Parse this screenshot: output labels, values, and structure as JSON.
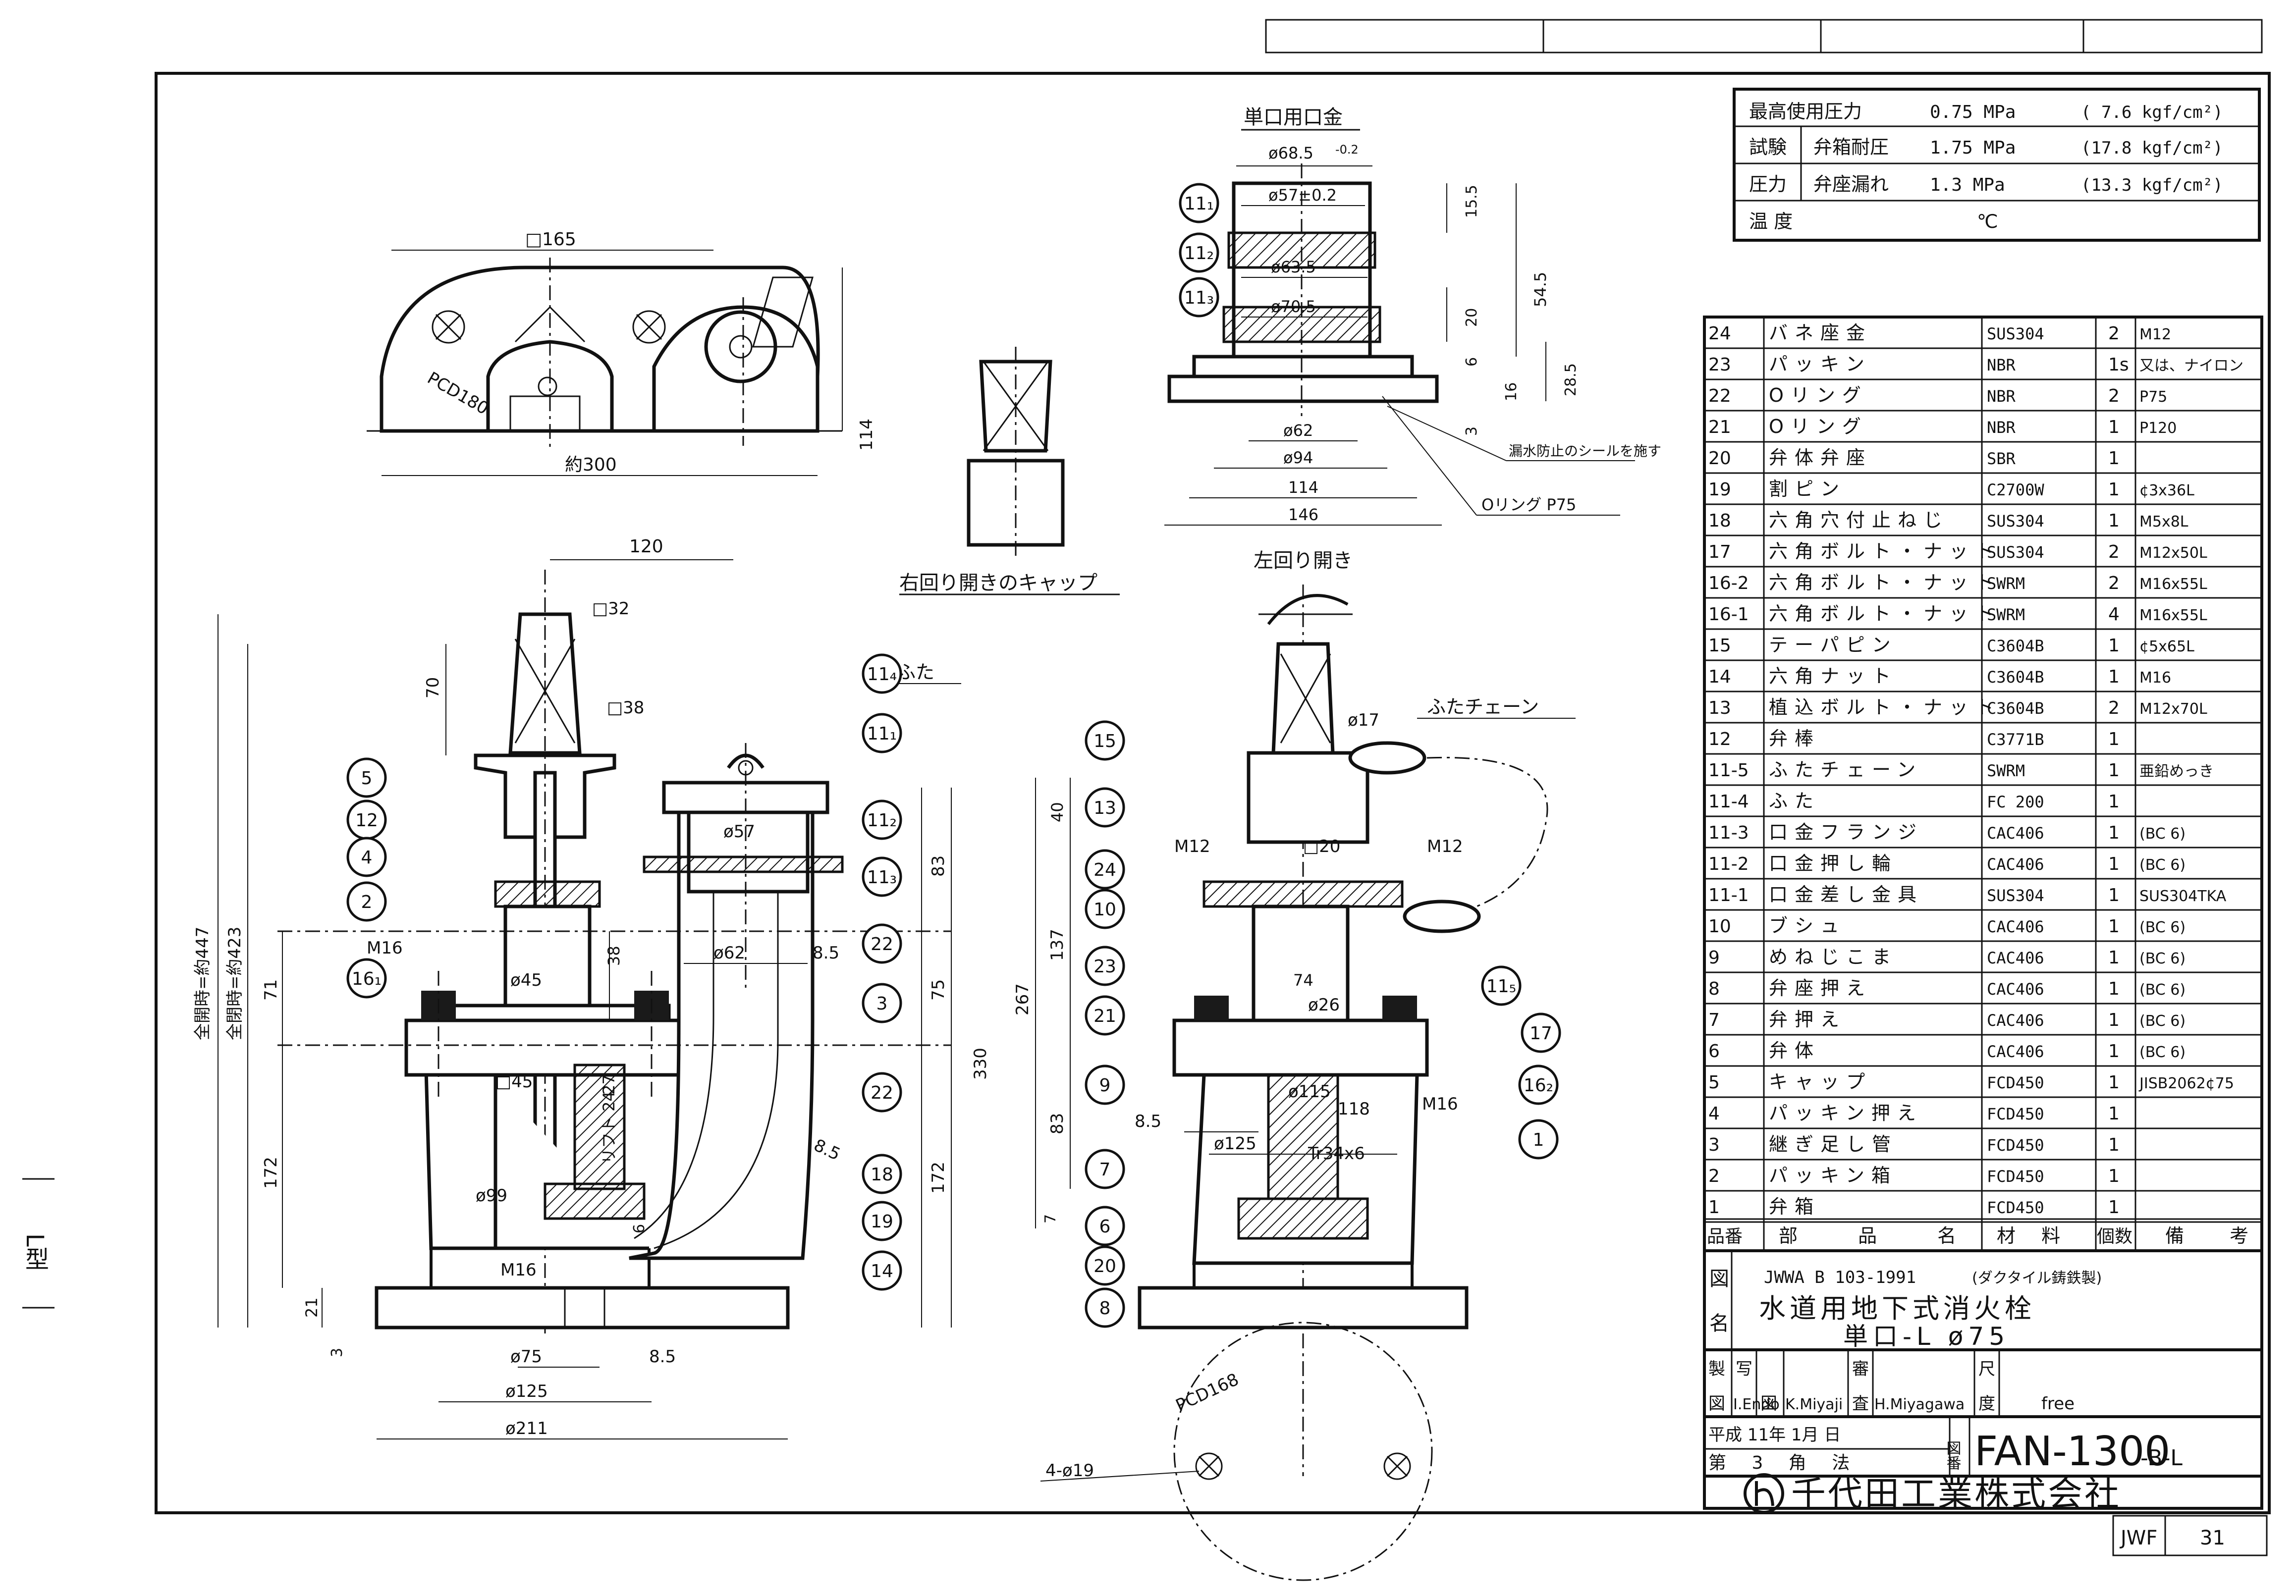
{
  "header_boxes": [
    "",
    "",
    "",
    ""
  ],
  "spec": {
    "row1": {
      "label": "最高使用圧力",
      "value": "0.75 MPa",
      "alt": "( 7.6 kgf/cm²)"
    },
    "row2": {
      "group": "試験",
      "label": "弁箱耐圧",
      "value": "1.75 MPa",
      "alt": "(17.8 kgf/cm²)"
    },
    "row3": {
      "group": "圧力",
      "label": "弁座漏れ",
      "value": "1.3 MPa",
      "alt": "(13.3 kgf/cm²)"
    },
    "row4": {
      "label": "温 度",
      "value": "℃"
    }
  },
  "parts_header": {
    "no": "品番",
    "name": "部 品 名",
    "material": "材 料",
    "qty": "個数",
    "remark": "備 考"
  },
  "parts": [
    {
      "no": "24",
      "name": "バネ座金",
      "material": "SUS304",
      "qty": "2",
      "remark": "M12"
    },
    {
      "no": "23",
      "name": "パッキン",
      "material": "NBR",
      "qty": "1s",
      "remark": "又は、ナイロン"
    },
    {
      "no": "22",
      "name": "Oリング",
      "material": "NBR",
      "qty": "2",
      "remark": "P75"
    },
    {
      "no": "21",
      "name": "Oリング",
      "material": "NBR",
      "qty": "1",
      "remark": "P120"
    },
    {
      "no": "20",
      "name": "弁体弁座",
      "material": "SBR",
      "qty": "1",
      "remark": ""
    },
    {
      "no": "19",
      "name": "割ピン",
      "material": "C2700W",
      "qty": "1",
      "remark": "¢3x36L"
    },
    {
      "no": "18",
      "name": "六角穴付止ねじ",
      "material": "SUS304",
      "qty": "1",
      "remark": "M5x8L"
    },
    {
      "no": "17",
      "name": "六角ボルト・ナット",
      "material": "SUS304",
      "qty": "2",
      "remark": "M12x50L"
    },
    {
      "no": "16-2",
      "name": "六角ボルト・ナット",
      "material": "SWRM",
      "qty": "2",
      "remark": "M16x55L"
    },
    {
      "no": "16-1",
      "name": "六角ボルト・ナット",
      "material": "SWRM",
      "qty": "4",
      "remark": "M16x55L"
    },
    {
      "no": "15",
      "name": "テーパピン",
      "material": "C3604B",
      "qty": "1",
      "remark": "¢5x65L"
    },
    {
      "no": "14",
      "name": "六角ナット",
      "material": "C3604B",
      "qty": "1",
      "remark": "M16"
    },
    {
      "no": "13",
      "name": "植込ボルト・ナット",
      "material": "C3604B",
      "qty": "2",
      "remark": "M12x70L"
    },
    {
      "no": "12",
      "name": "弁棒",
      "material": "C3771B",
      "qty": "1",
      "remark": ""
    },
    {
      "no": "11-5",
      "name": "ふたチェーン",
      "material": "SWRM",
      "qty": "1",
      "remark": "亜鉛めっき"
    },
    {
      "no": "11-4",
      "name": "ふた",
      "material": "FC 200",
      "qty": "1",
      "remark": ""
    },
    {
      "no": "11-3",
      "name": "口金フランジ",
      "material": "CAC406",
      "qty": "1",
      "remark": "(BC 6)"
    },
    {
      "no": "11-2",
      "name": "口金押し輪",
      "material": "CAC406",
      "qty": "1",
      "remark": "(BC 6)"
    },
    {
      "no": "11-1",
      "name": "口金差し金具",
      "material": "SUS304",
      "qty": "1",
      "remark": "SUS304TKA"
    },
    {
      "no": "10",
      "name": "ブシュ",
      "material": "CAC406",
      "qty": "1",
      "remark": "(BC 6)"
    },
    {
      "no": "9",
      "name": "めねじこま",
      "material": "CAC406",
      "qty": "1",
      "remark": "(BC 6)"
    },
    {
      "no": "8",
      "name": "弁座押え",
      "material": "CAC406",
      "qty": "1",
      "remark": "(BC 6)"
    },
    {
      "no": "7",
      "name": "弁押え",
      "material": "CAC406",
      "qty": "1",
      "remark": "(BC 6)"
    },
    {
      "no": "6",
      "name": "弁体",
      "material": "CAC406",
      "qty": "1",
      "remark": "(BC 6)"
    },
    {
      "no": "5",
      "name": "キャップ",
      "material": "FCD450",
      "qty": "1",
      "remark": "JISB2062¢75"
    },
    {
      "no": "4",
      "name": "パッキン押え",
      "material": "FCD450",
      "qty": "1",
      "remark": ""
    },
    {
      "no": "3",
      "name": "継ぎ足し管",
      "material": "FCD450",
      "qty": "1",
      "remark": ""
    },
    {
      "no": "2",
      "name": "パッキン箱",
      "material": "FCD450",
      "qty": "1",
      "remark": ""
    },
    {
      "no": "1",
      "name": "弁箱",
      "material": "FCD450",
      "qty": "1",
      "remark": ""
    }
  ],
  "title_block": {
    "zu": "図",
    "mei": "名",
    "standard": "JWWA B 103-1991",
    "standard_note": "(ダクタイル鋳鉄製)",
    "title": "水道用地下式消火栓",
    "subtitle": "単口-L   ø75",
    "sei": "製",
    "zu2": "図",
    "sha": "写",
    "ban": "審",
    "sa": "査",
    "shaku": "尺",
    "do": "度",
    "drafter": "I.Endo",
    "copier": "K.Miyaji",
    "checker": "H.Miyagawa",
    "scale": "free",
    "date": "平成 11年 1月  日",
    "angle": "第 3 角 法",
    "zuban_label": "図番",
    "drawing_no": "FAN-1300",
    "drawing_suffix": "-B-L",
    "company": "千代田工業株式会社",
    "company_logo": "chiyoda-logo"
  },
  "footer": {
    "jwf": "JWF",
    "page": "31"
  },
  "margin_mark": "L型",
  "view_labels": {
    "mouthpiece": "単口用口金",
    "cap": "右回り開きのキャップ",
    "open_dir": "左回り開き",
    "lid_chain": "ふたチェーン",
    "lid": "ふた",
    "seal_note": "漏水防止のシールを施す",
    "oring_note": "Oリング P75"
  },
  "dims": {
    "top_165": "□165",
    "pcd180": "PCD180",
    "about300": "約300",
    "h114": "114",
    "d685": "ø68.5",
    "d685_tol": "-0.2",
    "d57": "ø57±0.2",
    "d635": "ø63.5",
    "d705": "ø70.5",
    "d62top": "ø62",
    "d94": "ø94",
    "w114": "114",
    "w146": "146",
    "v155": "15.5",
    "v545": "54.5",
    "v20": "20",
    "v6": "6",
    "v16": "16",
    "v285": "28.5",
    "v3": "3",
    "w120": "120",
    "sq32": "□32",
    "sq38": "□38",
    "h70": "70",
    "full_open": "全開時=約447",
    "full_close": "全閉時=約423",
    "m16a": "M16",
    "d45": "ø45",
    "h38": "38",
    "h71": "71",
    "sq45": "□45",
    "h27": "27",
    "lift": "リフト 24",
    "d99": "ø99",
    "m16b": "M16",
    "h172": "172",
    "h21": "21",
    "h3": "3",
    "d75": "ø75",
    "d125b": "ø125",
    "d211": "ø211",
    "w85b": "8.5",
    "h6": "6",
    "d57b": "ø57",
    "d62": "ø62",
    "w85": "8.5",
    "t85": "8.5",
    "h83": "83",
    "h75": "75",
    "h330": "330",
    "h172b": "172",
    "h40": "40",
    "h137": "137",
    "h267": "267",
    "h83b": "83",
    "h7": "7",
    "m12a": "M12",
    "m12b": "M12",
    "sq20": "□20",
    "d17": "ø17",
    "v74": "74",
    "d26": "ø26",
    "d115": "ø115",
    "w118": "118",
    "d125": "ø125",
    "w85c": "8.5",
    "tr": "Tr34x6",
    "m16c": "M16",
    "pcd168": "PCD168",
    "holes": "4-ø19"
  },
  "balloons": {
    "b11_1": "11₁",
    "b11_2": "11₂",
    "b11_3": "11₃",
    "b11_4": "11₄",
    "b11_5": "11₅",
    "b5": "5",
    "b12": "12",
    "b4": "4",
    "b2": "2",
    "b16_1": "16₁",
    "b16_2": "16₂",
    "b22a": "22",
    "b3": "3",
    "b22b": "22",
    "b18": "18",
    "b19": "19",
    "b14": "14",
    "b15": "15",
    "b13": "13",
    "b24": "24",
    "b10": "10",
    "b23": "23",
    "b21": "21",
    "b9": "9",
    "b7": "7",
    "b6": "6",
    "b20": "20",
    "b8": "8",
    "b17": "17",
    "b1": "1",
    "b11_1b": "11₁",
    "b11_2b": "11₂",
    "b11_3b": "11₃"
  }
}
